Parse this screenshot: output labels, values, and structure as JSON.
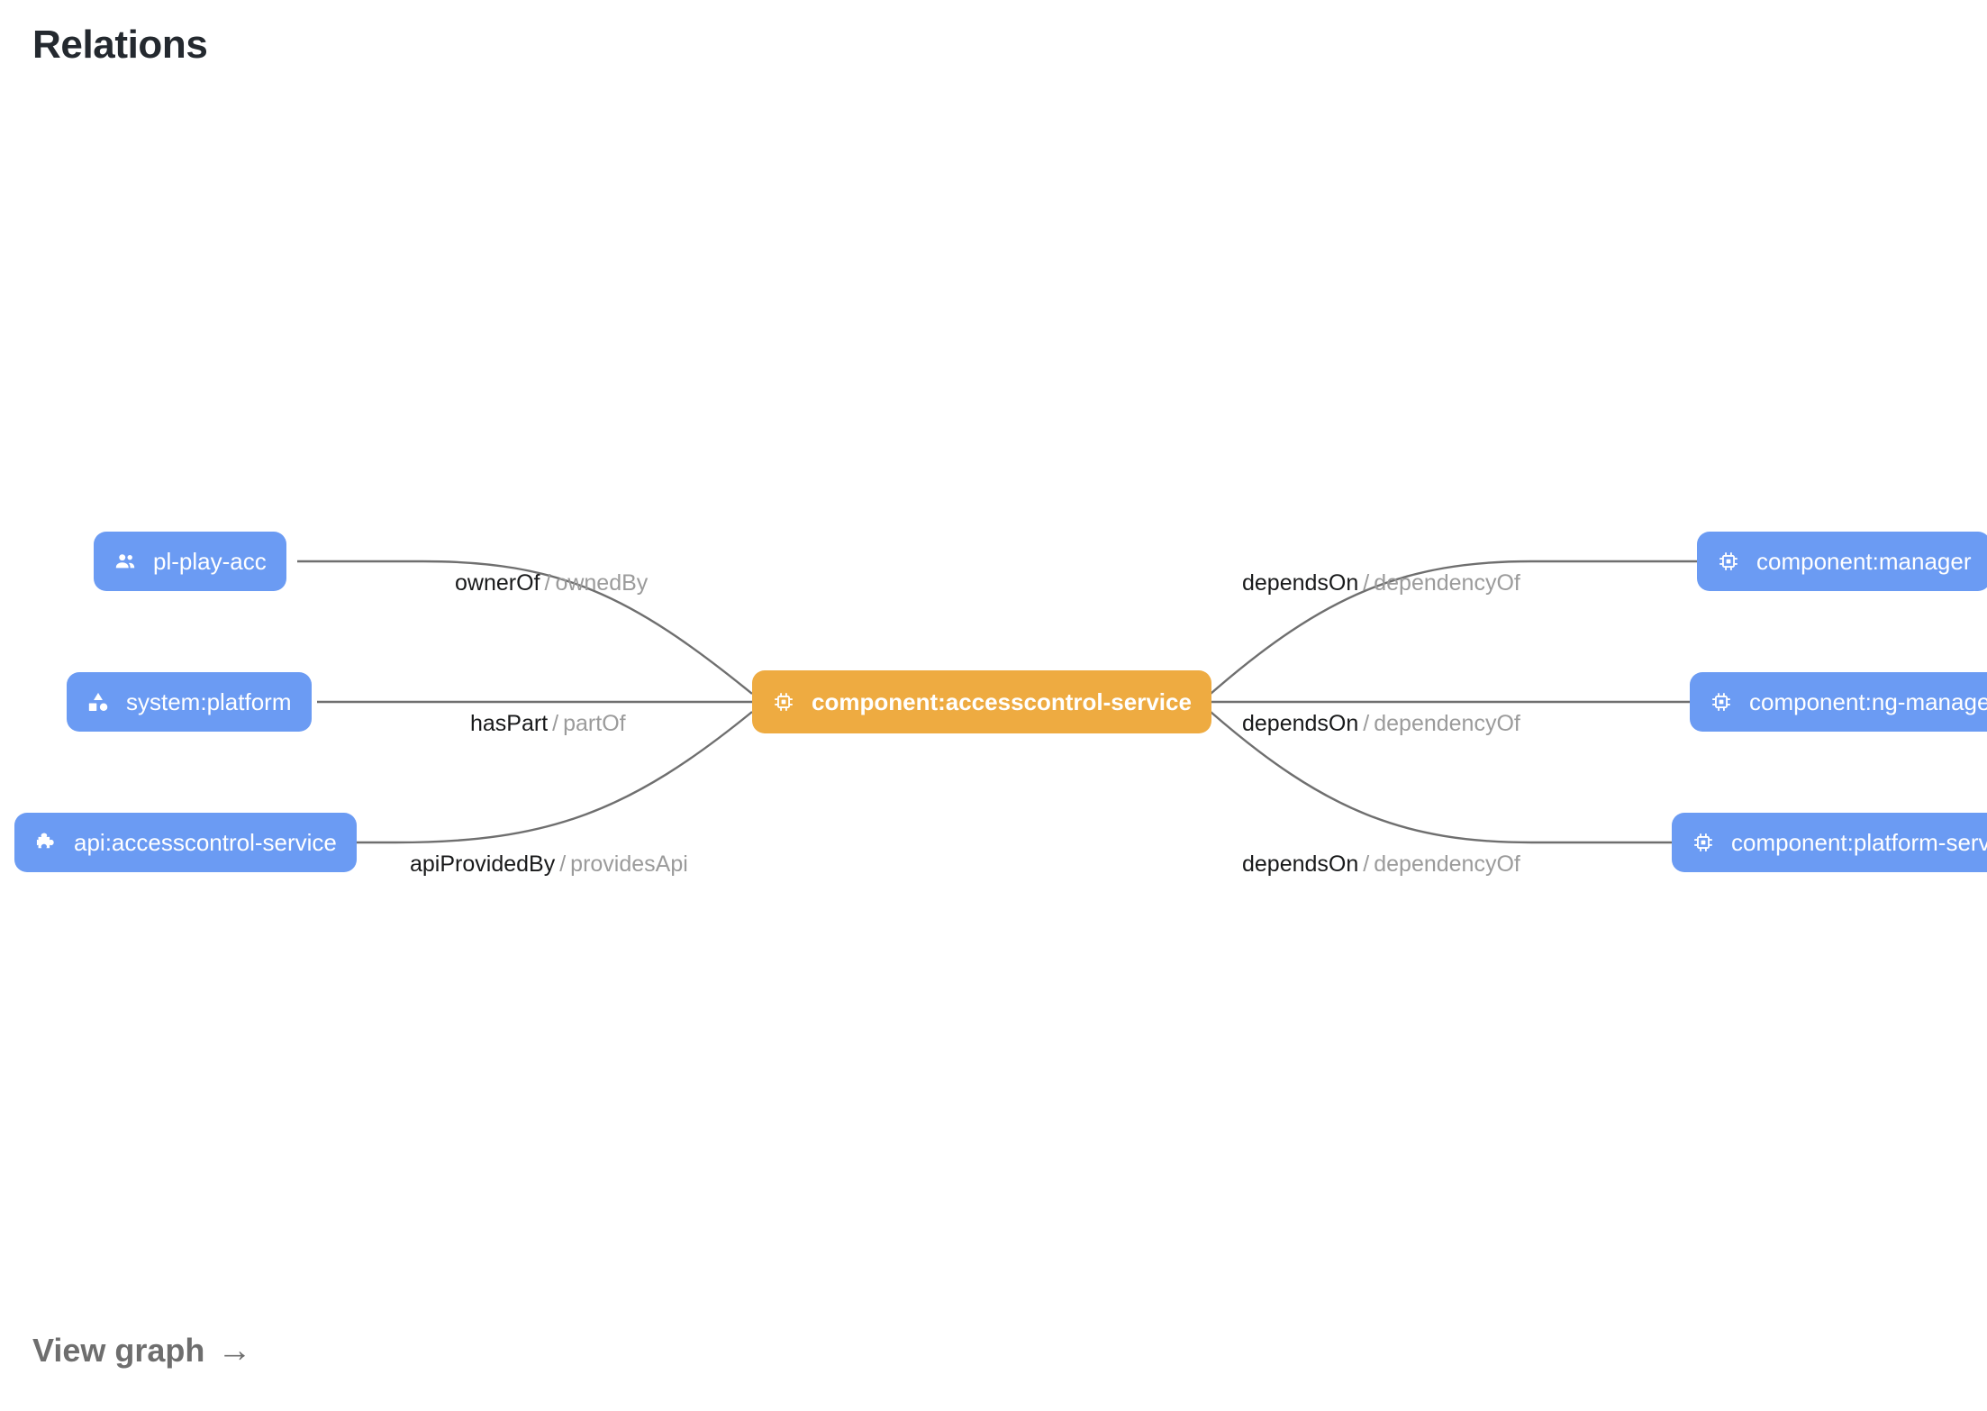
{
  "page": {
    "title": "Relations"
  },
  "footer": {
    "view_graph_label": "View graph",
    "arrow_icon": "arrow-right-icon",
    "arrow_glyph": "→"
  },
  "colors": {
    "node_default": "#6b9bf3",
    "node_focus": "#eeab41",
    "edge_stroke": "#6f6f6f",
    "label_primary": "#18191a",
    "label_secondary": "#9b9b9b",
    "title": "#24292f",
    "link": "#6e6e6e"
  },
  "graph": {
    "center": {
      "id": "component:accesscontrol-service",
      "label": "component:accesscontrol-service",
      "icon": "memory-chip-icon",
      "kind": "component",
      "highlighted": true
    },
    "left_nodes": [
      {
        "id": "pl-play-acc",
        "label": "pl-play-acc",
        "icon": "group-people-icon",
        "kind": "group"
      },
      {
        "id": "system:platform",
        "label": "system:platform",
        "icon": "category-shapes-icon",
        "kind": "system"
      },
      {
        "id": "api:accesscontrol-service",
        "label": "api:accesscontrol-service",
        "icon": "puzzle-piece-icon",
        "kind": "api"
      }
    ],
    "right_nodes": [
      {
        "id": "component:manager",
        "label": "component:manager",
        "icon": "memory-chip-icon",
        "kind": "component"
      },
      {
        "id": "component:ng-manager",
        "label": "component:ng-manager",
        "icon": "memory-chip-icon",
        "kind": "component"
      },
      {
        "id": "component:platform-service",
        "label": "component:platform-service",
        "icon": "memory-chip-icon",
        "kind": "component"
      }
    ],
    "edges": [
      {
        "from": "pl-play-acc",
        "to": "component:accesscontrol-service",
        "forward": "ownerOf",
        "separator": "/",
        "reverse": "ownedBy"
      },
      {
        "from": "system:platform",
        "to": "component:accesscontrol-service",
        "forward": "hasPart",
        "separator": "/",
        "reverse": "partOf"
      },
      {
        "from": "api:accesscontrol-service",
        "to": "component:accesscontrol-service",
        "forward": "apiProvidedBy",
        "separator": "/",
        "reverse": "providesApi"
      },
      {
        "from": "component:accesscontrol-service",
        "to": "component:manager",
        "forward": "dependsOn",
        "separator": "/",
        "reverse": "dependencyOf"
      },
      {
        "from": "component:accesscontrol-service",
        "to": "component:ng-manager",
        "forward": "dependsOn",
        "separator": "/",
        "reverse": "dependencyOf"
      },
      {
        "from": "component:accesscontrol-service",
        "to": "component:platform-service",
        "forward": "dependsOn",
        "separator": "/",
        "reverse": "dependencyOf"
      }
    ]
  }
}
